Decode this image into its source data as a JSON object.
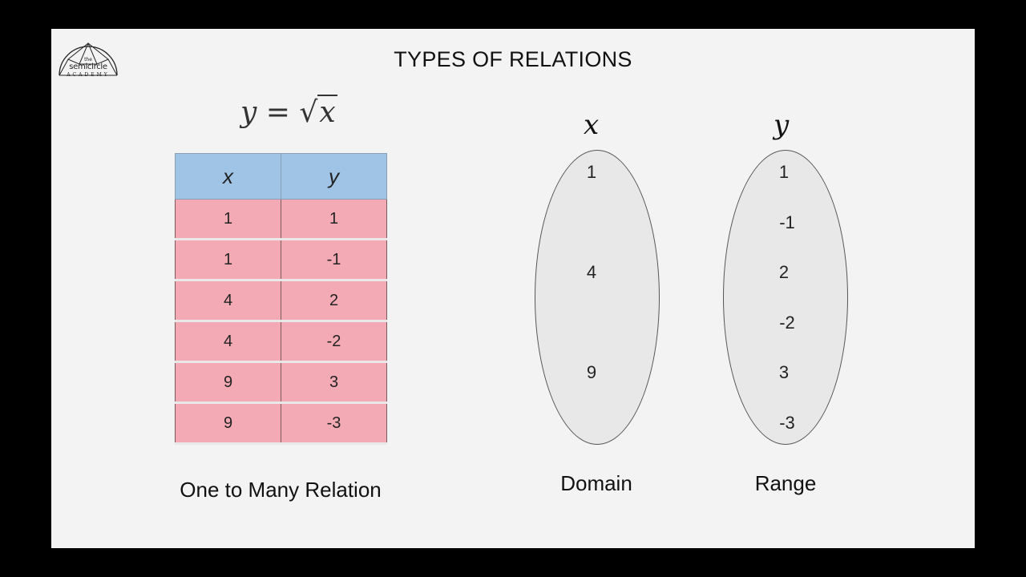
{
  "logo": {
    "line1": "the",
    "line2": "semicircle",
    "line3": "ACADEMY"
  },
  "title": "TYPES OF RELATIONS",
  "equation": {
    "lhs": "y",
    "equals": "=",
    "radical": "√",
    "radicand": "x"
  },
  "table": {
    "headers": [
      "x",
      "y"
    ],
    "rows": [
      [
        "1",
        "1"
      ],
      [
        "1",
        "-1"
      ],
      [
        "4",
        "2"
      ],
      [
        "4",
        "-2"
      ],
      [
        "9",
        "3"
      ],
      [
        "9",
        "-3"
      ]
    ]
  },
  "table_caption": "One to Many Relation",
  "domain": {
    "label": "x",
    "values": [
      "1",
      "4",
      "9"
    ],
    "caption": "Domain"
  },
  "range": {
    "label": "y",
    "values": [
      "1",
      "-1",
      "2",
      "-2",
      "3",
      "-3"
    ],
    "caption": "Range"
  },
  "colors": {
    "header": "#9fc4e6",
    "row": "#f4aab5",
    "oval": "#e8e8e8",
    "background": "#f3f3f3"
  }
}
